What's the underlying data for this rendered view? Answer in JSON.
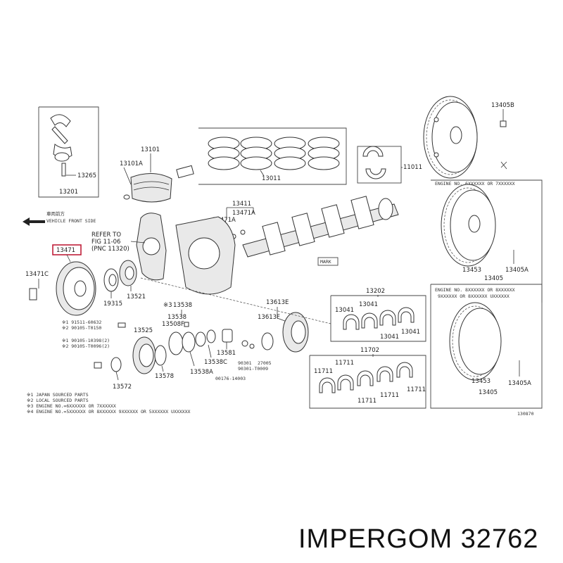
{
  "labels": {
    "l13201": "13201",
    "l13265": "13265",
    "l13101": "13101",
    "l13101A": "13101A",
    "l13011": "13011",
    "l11011": "11011",
    "l13405B": "13405B",
    "l13411": "13411",
    "l13471A_a": "13471A",
    "l13471A_b": "13471A",
    "l13471": "13471",
    "l13471C": "13471C",
    "l19315": "19315",
    "l13521": "13521",
    "l13538": "13538",
    "l13538_b": "13538",
    "l13508F": "13508F",
    "l13525": "13525",
    "l13578": "13578",
    "l13538A": "13538A",
    "l13538C": "13538C",
    "l13581": "13581",
    "l13572": "13572",
    "l13613E": "13613E",
    "l13613F": "13613F",
    "l90301": "90301",
    "l90301_b": "90301-T0009",
    "l27005": "27005",
    "l00176": "00176-14003",
    "l13202": "13202",
    "l13041_a": "13041",
    "l13041_b": "13041",
    "l13041_c": "13041",
    "l13041_d": "13041",
    "l11702": "11702",
    "l11711_a": "11711",
    "l11711_b": "11711",
    "l11711_c": "11711",
    "l11711_d": "11711",
    "l11711_e": "11711",
    "l13453_a": "13453",
    "l13405A_a": "13405A",
    "l13405_a": "13405",
    "l13453_b": "13453",
    "l13405_b": "13405",
    "l13405A_b": "13405A",
    "mark": "MARK",
    "ref1": "REFER TO",
    "ref2": "FIG 11-06",
    "ref3": "(PNC 11320)",
    "vehicle_front": "VEHICLE FRONT SIDE",
    "vehicle_front_jp": "車両前方",
    "eng1": "ENGINE NO. 6XXXXXX OR 7XXXXXX",
    "eng2a": "ENGINE NO. 8XXXXXX OR 8XXXXXX",
    "eng2b": "9XXXXXX OR 8XXXXXX UXXXXXX",
    "sym1": "※3",
    "p91511": "※1  91511-60632",
    "p90105a": "※2  90105-T0150",
    "p90105b": "※1  90105-10398(2)",
    "p90105c": "※2  90105-T0096(2)",
    "code": "130870"
  },
  "notes": [
    "※1 JAPAN SOURCED PARTS",
    "※2 LOCAL SOURCED PARTS",
    "※3 ENGINE NO.=6XXXXXX OR 7XXXXXX",
    "※4 ENGINE NO.=5XXXXXX OR 8XXXXXX  9XXXXXX OR 5XXXXXX  UXXXXXX"
  ],
  "brand": "IMPERGOM 32762"
}
